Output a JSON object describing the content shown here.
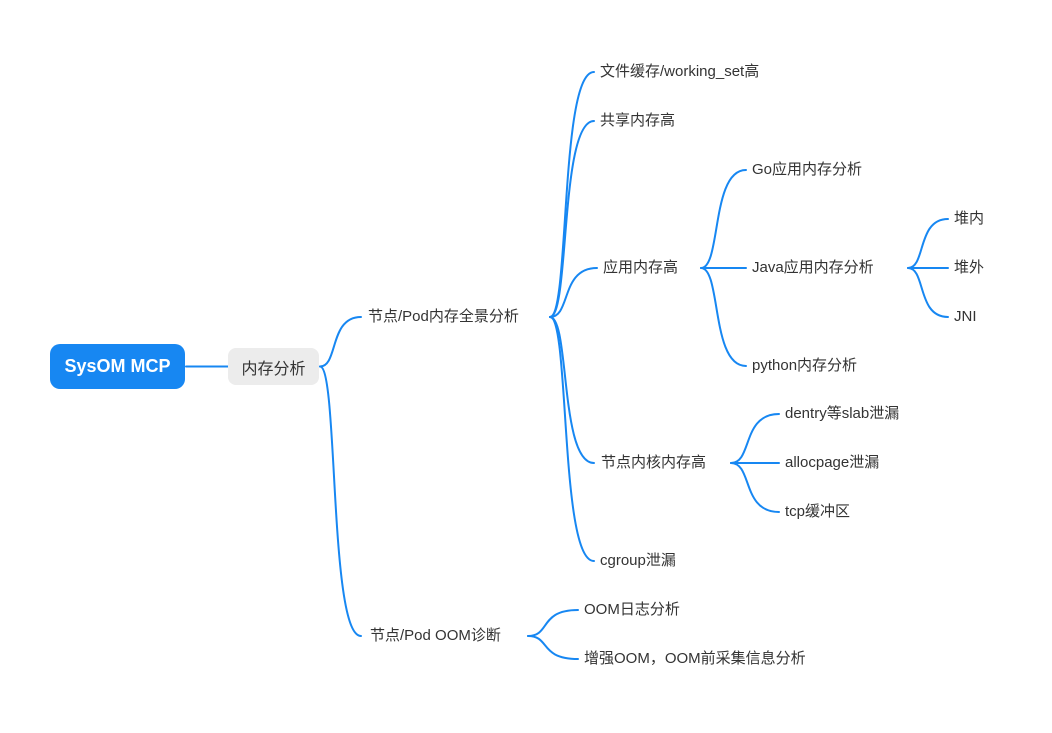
{
  "colors": {
    "accent": "#1787f2",
    "root_bg": "#1787f2",
    "root_text": "#ffffff",
    "branch_bg": "#ececec",
    "text": "#333333",
    "canvas_bg": "#ffffff"
  },
  "mindmap": {
    "type": "mindmap",
    "root": {
      "label": "SysOM MCP",
      "children": [
        {
          "label": "内存分析",
          "children": [
            {
              "label": "节点/Pod内存全景分析",
              "children": [
                {
                  "label": "文件缓存/working_set高"
                },
                {
                  "label": "共享内存高"
                },
                {
                  "label": "应用内存高",
                  "children": [
                    {
                      "label": "Go应用内存分析"
                    },
                    {
                      "label": "Java应用内存分析",
                      "children": [
                        {
                          "label": "堆内"
                        },
                        {
                          "label": "堆外"
                        },
                        {
                          "label": "JNI"
                        }
                      ]
                    },
                    {
                      "label": "python内存分析"
                    }
                  ]
                },
                {
                  "label": "节点内核内存高",
                  "children": [
                    {
                      "label": "dentry等slab泄漏"
                    },
                    {
                      "label": "allocpage泄漏"
                    },
                    {
                      "label": "tcp缓冲区"
                    }
                  ]
                },
                {
                  "label": "cgroup泄漏"
                }
              ]
            },
            {
              "label": "节点/Pod OOM诊断",
              "children": [
                {
                  "label": "OOM日志分析"
                },
                {
                  "label": "增强OOM，OOM前采集信息分析"
                }
              ]
            }
          ]
        }
      ]
    }
  }
}
